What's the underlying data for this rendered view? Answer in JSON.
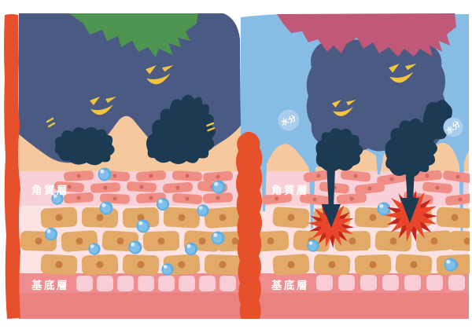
{
  "figure": {
    "type": "skin-cross-section-comparison",
    "labels": {
      "stratum_corneum": "角質層",
      "basal_layer": "基底層",
      "moisture": "水分"
    },
    "colors": {
      "irritant_cloud_navy": "#4b5a82",
      "irritant_dark_navy": "#1c3a52",
      "healthy_blob_green": "#4e9551",
      "damaged_blob_pink": "#c05878",
      "moisture_sky_blue": "#87bce4",
      "moisture_bubble_blue": "#a9cdec",
      "skin_edge_orange": "#e6512c",
      "skin_surface_peach": "#f5c89d",
      "stratum_band_pink": "#f7d0d8",
      "corneocyte_salmon": "#ee8e85",
      "corneocyte_dot": "#d5695e",
      "epidermis_band_pink": "#fce2e3",
      "cell_tan": "#e2a969",
      "cell_dot": "#c67c42",
      "basal_band_salmon": "#ee8c8e",
      "dermis_band_salmon": "#eb8181",
      "basal_cell_pink": "#f8cdd6",
      "droplet_blue": "#5fafe2",
      "droplet_mid_blue": "#7fc0ea",
      "droplet_highlight": "#d6ecfa",
      "face_yellow": "#f3c53e",
      "irritation_red": "#e8452a",
      "irritation_dark_red": "#c3261c",
      "label_white": "#ffffff"
    }
  }
}
